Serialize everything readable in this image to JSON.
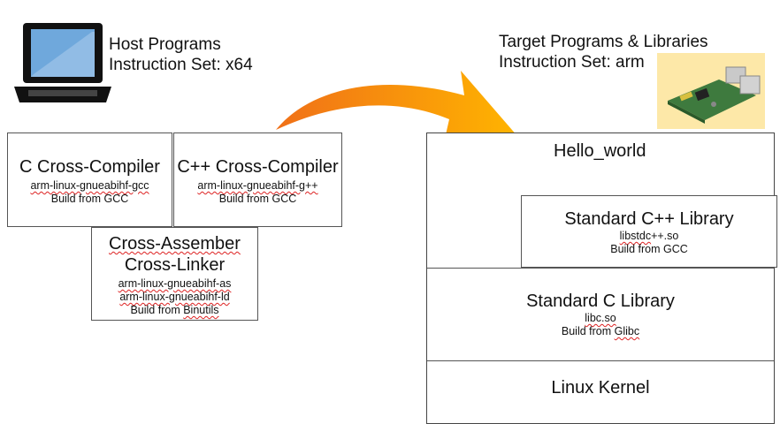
{
  "host": {
    "title": "Host Programs",
    "instruction_set": "Instruction Set: x64",
    "icon": "laptop-icon"
  },
  "target": {
    "title": "Target Programs & Libraries",
    "instruction_set": "Instruction Set: arm",
    "icon": "raspberry-pi-board-icon"
  },
  "arrow": {
    "color_start": "#f07018",
    "color_end": "#ffb400"
  },
  "tools": {
    "c_compiler": {
      "title": "C Cross-Compiler",
      "binary": "arm-linux-gnueabihf-gcc",
      "build": "Build from GCC"
    },
    "cpp_compiler": {
      "title": "C++ Cross-Compiler",
      "binary": "arm-linux-gnueabihf-g++",
      "build": "Build from GCC"
    },
    "assembler_linker": {
      "title1": "Cross-Assember",
      "title2": "Cross-Linker",
      "binary1": "arm-linux-gnueabihf-as",
      "binary2": "arm-linux-gnueabihf-ld",
      "build_prefix": "Build from ",
      "build_name": "Binutils"
    }
  },
  "stack": {
    "hello": "Hello_world",
    "cpp_lib": {
      "title": "Standard C++ Library",
      "file_a": "libstdc",
      "file_b": "++.so",
      "build": "Build from GCC"
    },
    "c_lib": {
      "title": "Standard C Library",
      "file": "libc.so",
      "build_prefix": "Build from ",
      "build_name": "Glibc"
    },
    "kernel": "Linux Kernel"
  }
}
